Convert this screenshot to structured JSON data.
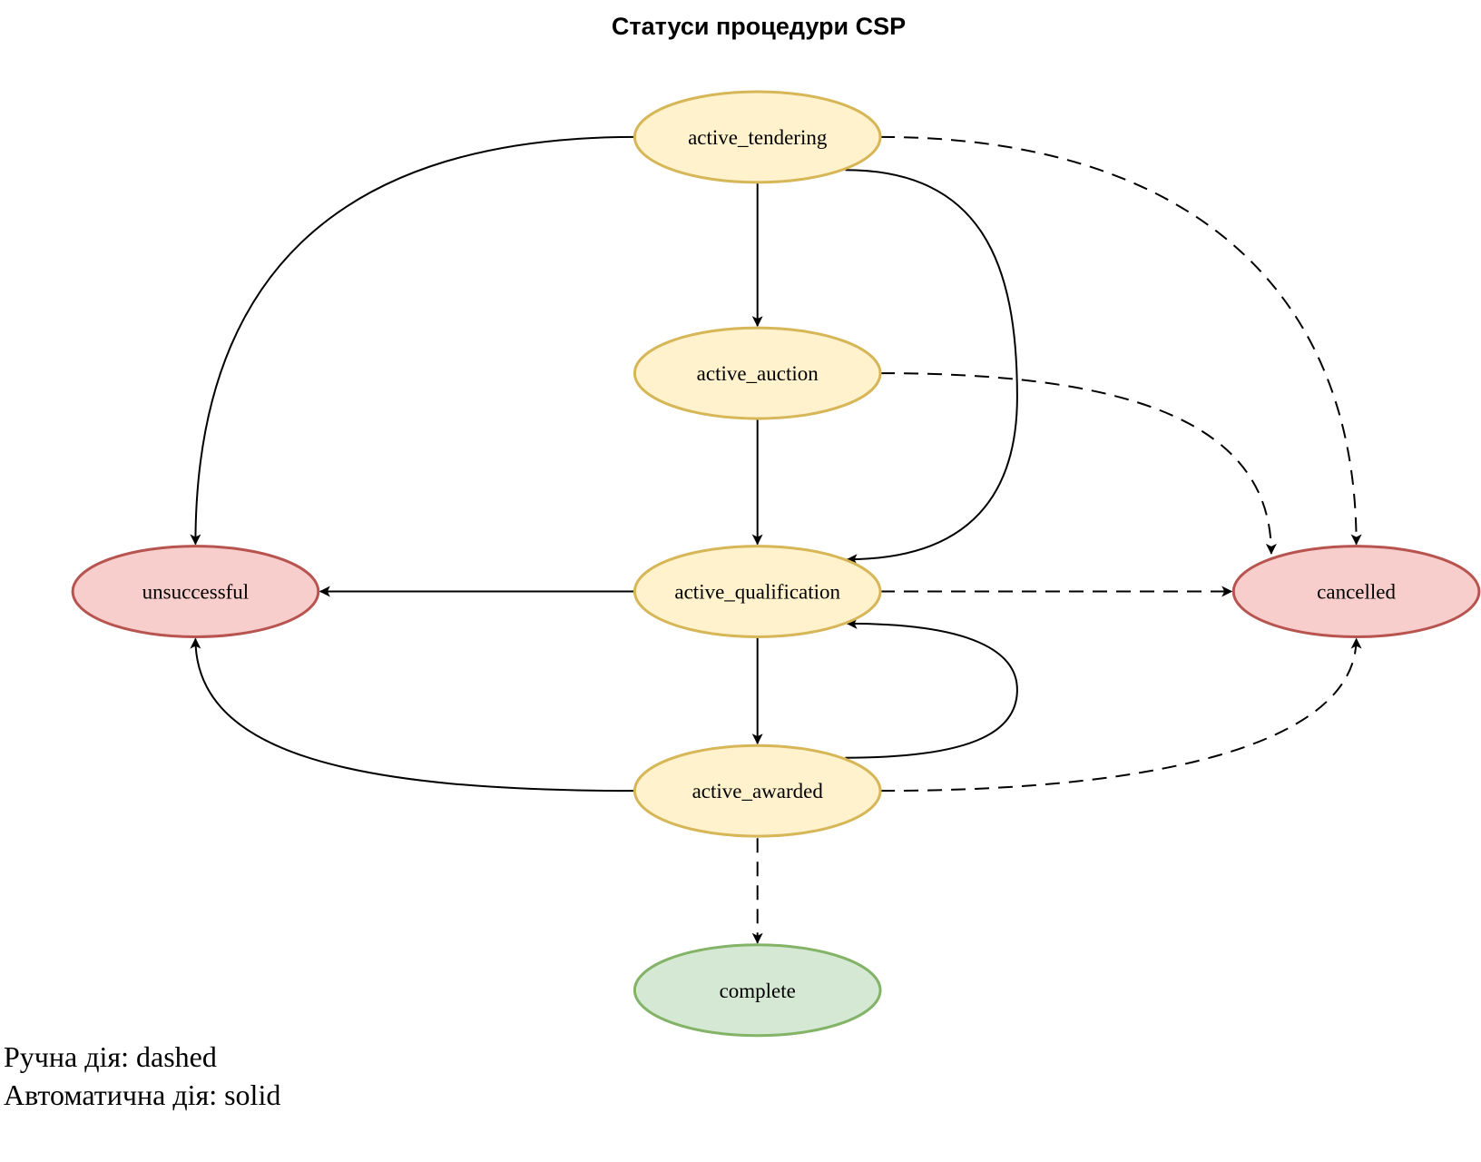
{
  "title": "Статуси процедури CSP",
  "colors": {
    "active_fill": "#fff2cc",
    "active_stroke": "#d6b656",
    "terminal_bad_fill": "#f8cecc",
    "terminal_bad_stroke": "#b85450",
    "terminal_good_fill": "#d5e8d4",
    "terminal_good_stroke": "#82b366"
  },
  "nodes": {
    "active_tendering": {
      "label": "active_tendering",
      "kind": "active"
    },
    "active_auction": {
      "label": "active_auction",
      "kind": "active"
    },
    "active_qualification": {
      "label": "active_qualification",
      "kind": "active"
    },
    "active_awarded": {
      "label": "active_awarded",
      "kind": "active"
    },
    "unsuccessful": {
      "label": "unsuccessful",
      "kind": "terminal_bad"
    },
    "cancelled": {
      "label": "cancelled",
      "kind": "terminal_bad"
    },
    "complete": {
      "label": "complete",
      "kind": "terminal_good"
    }
  },
  "edges": [
    {
      "from": "active_tendering",
      "to": "active_auction",
      "style": "solid"
    },
    {
      "from": "active_tendering",
      "to": "unsuccessful",
      "style": "solid"
    },
    {
      "from": "active_tendering",
      "to": "active_qualification",
      "style": "solid"
    },
    {
      "from": "active_tendering",
      "to": "cancelled",
      "style": "dashed"
    },
    {
      "from": "active_auction",
      "to": "active_qualification",
      "style": "solid"
    },
    {
      "from": "active_auction",
      "to": "cancelled",
      "style": "dashed"
    },
    {
      "from": "active_qualification",
      "to": "unsuccessful",
      "style": "solid"
    },
    {
      "from": "active_qualification",
      "to": "cancelled",
      "style": "dashed"
    },
    {
      "from": "active_qualification",
      "to": "active_awarded",
      "style": "solid"
    },
    {
      "from": "active_awarded",
      "to": "active_qualification",
      "style": "solid"
    },
    {
      "from": "active_awarded",
      "to": "unsuccessful",
      "style": "solid"
    },
    {
      "from": "active_awarded",
      "to": "cancelled",
      "style": "dashed"
    },
    {
      "from": "active_awarded",
      "to": "complete",
      "style": "dashed"
    }
  ],
  "legend": {
    "manual": "Ручна дія: dashed",
    "auto": "Автоматична дія: solid"
  }
}
